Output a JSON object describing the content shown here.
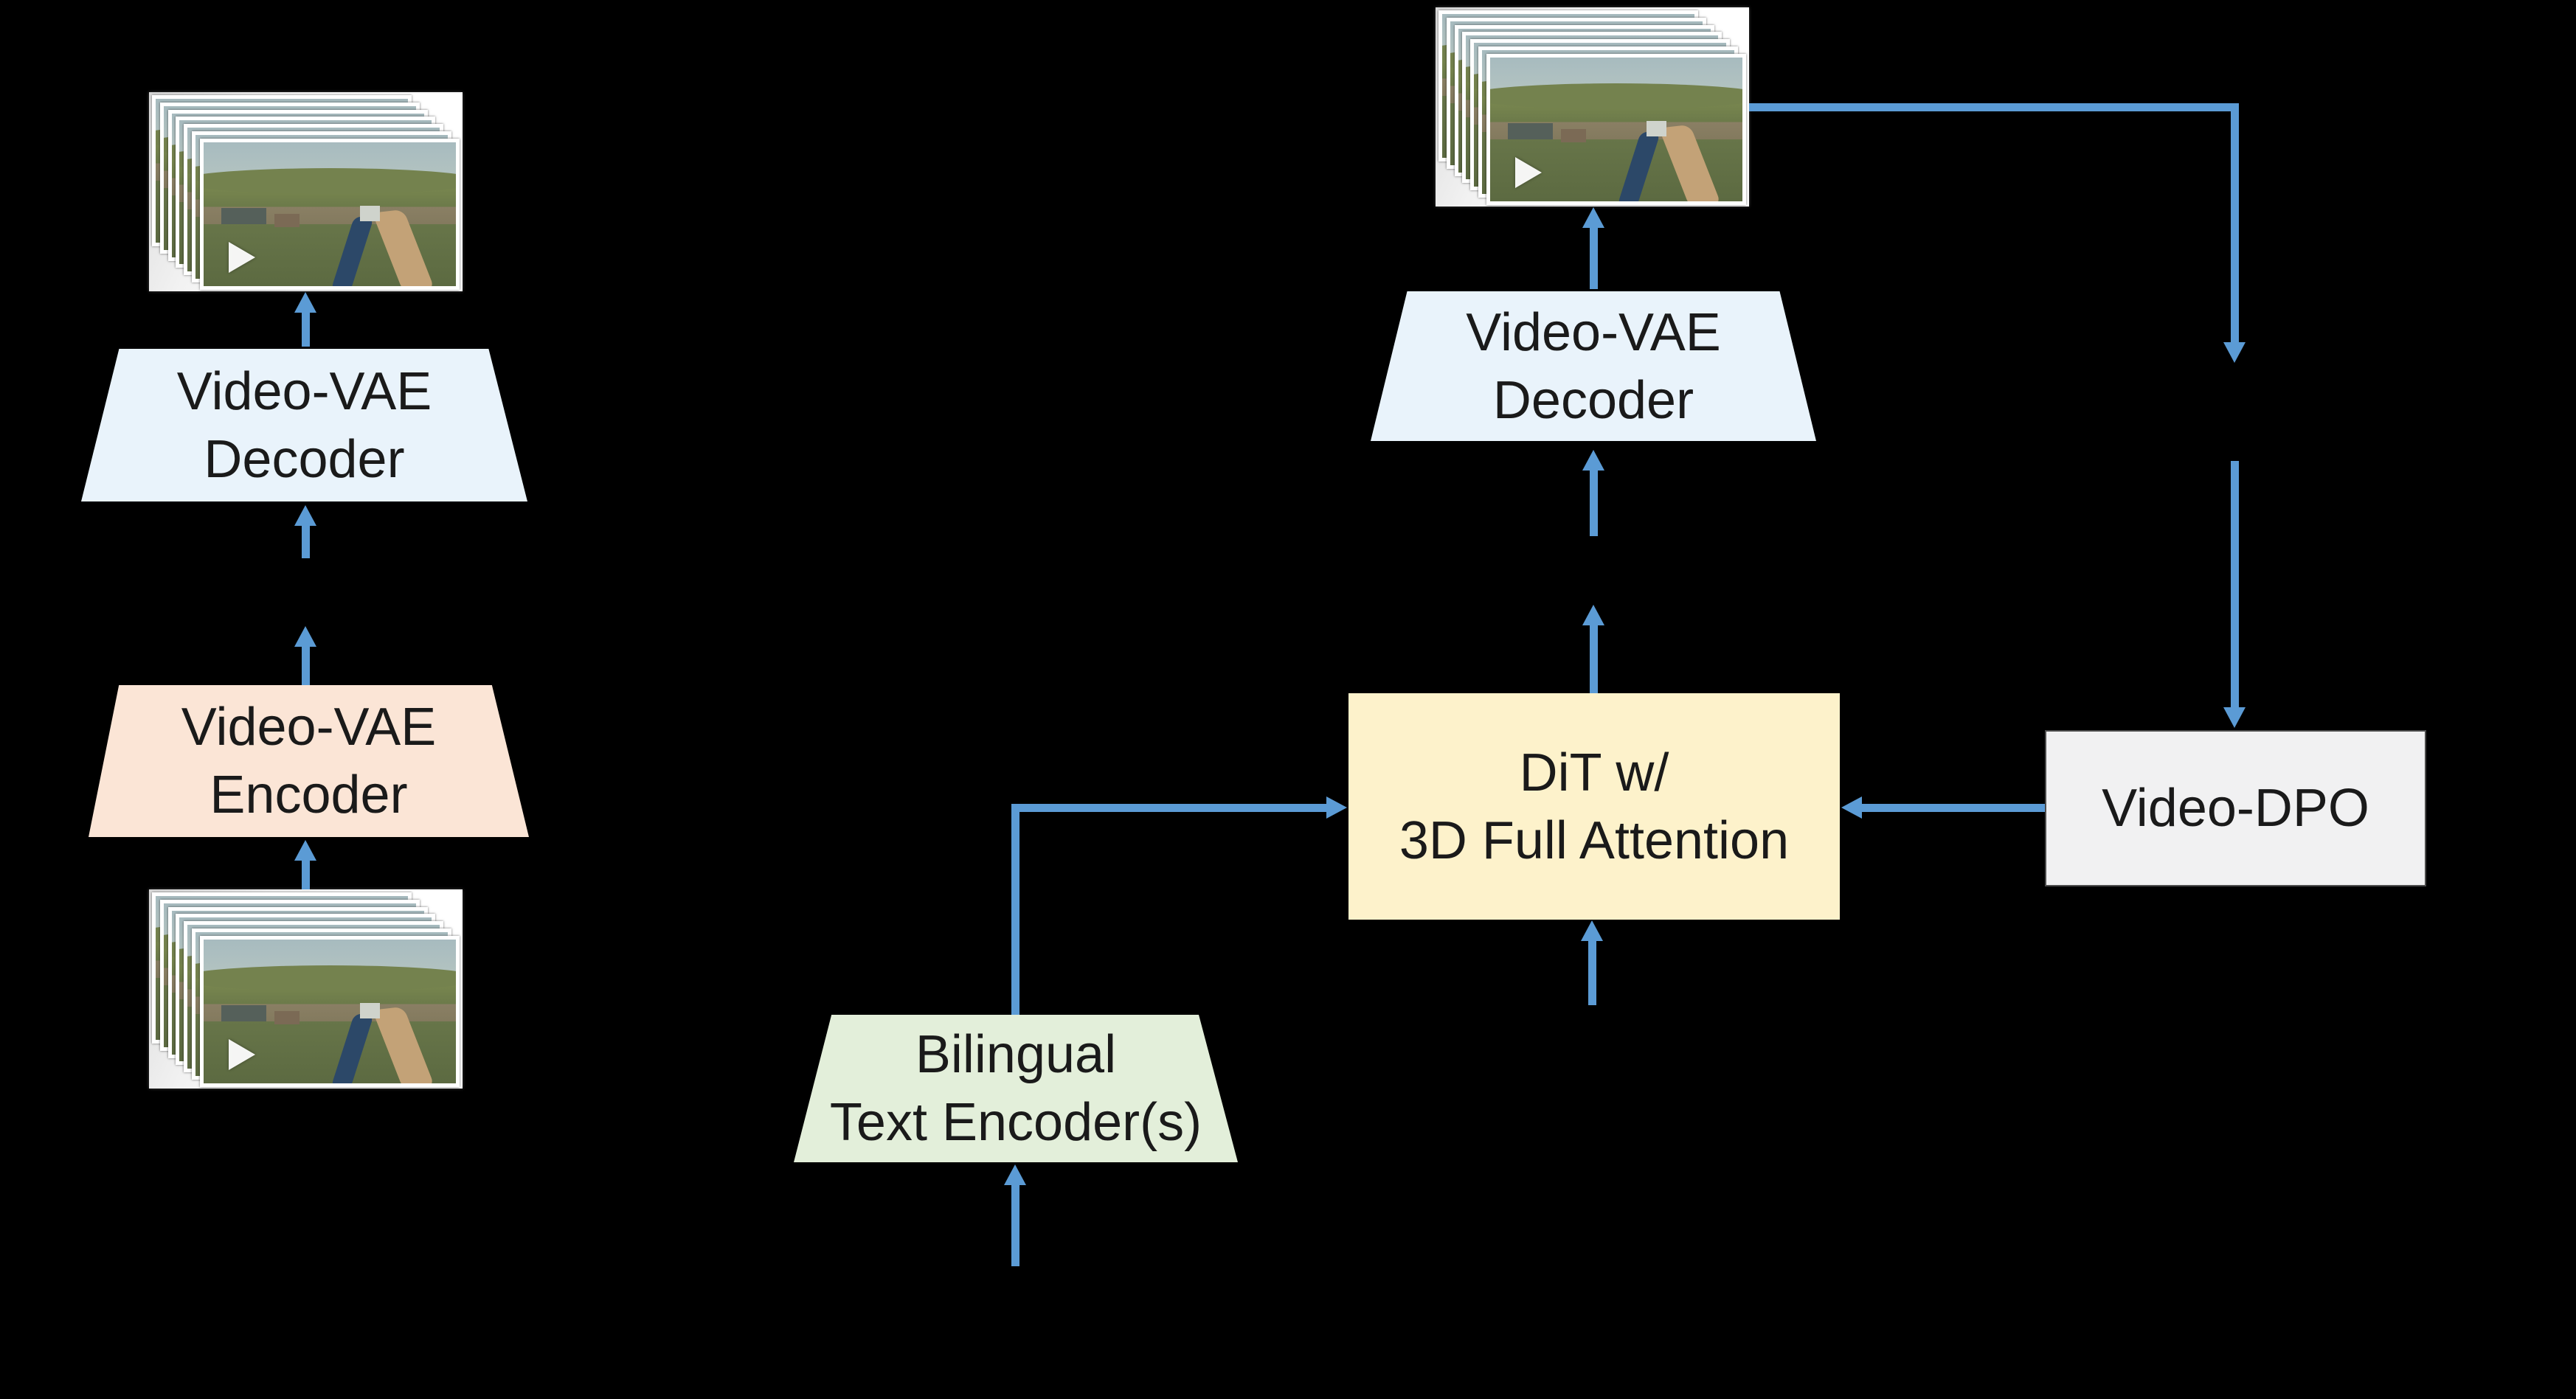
{
  "palette": {
    "background": "#000000",
    "arrow": "#5B9BD5",
    "decoder_fill": "#E9F3FB",
    "encoder_fill": "#FBE5D6",
    "text_encoder_fill": "#E3EFDA",
    "dit_fill": "#FDF2CB",
    "dpo_fill": "#F1F1F2",
    "node_outline": "#000000",
    "label_text": "#1A1A1A"
  },
  "nodes": {
    "video_vae_decoder_left": {
      "line1": "Video-VAE",
      "line2": "Decoder"
    },
    "video_vae_encoder": {
      "line1": "Video-VAE",
      "line2": "Encoder"
    },
    "video_vae_decoder_right": {
      "line1": "Video-VAE",
      "line2": "Decoder"
    },
    "dit": {
      "line1": "DiT w/",
      "line2": "3D Full Attention"
    },
    "bilingual_text_encoder": {
      "line1": "Bilingual",
      "line2": "Text Encoder(s)"
    },
    "video_dpo": {
      "label": "Video-DPO"
    }
  },
  "video_stack": {
    "frame_count": 7,
    "play_icon": "play-triangle"
  }
}
